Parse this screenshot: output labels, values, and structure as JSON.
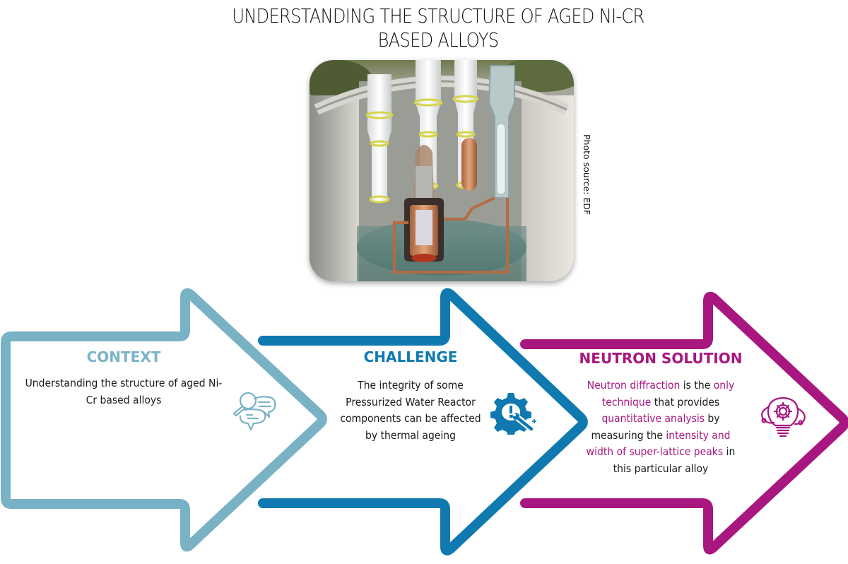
{
  "title": {
    "line1": "UNDERSTANDING THE STRUCTURE OF AGED NI-CR",
    "line2": "BASED ALLOYS"
  },
  "photo": {
    "subject": "Cutaway illustration of a pressurized water reactor containment building",
    "credit": "Photo source: EDF"
  },
  "colors": {
    "context": "#79b2c5",
    "challenge": "#0f79b0",
    "solution": "#a8177f",
    "text": "#1a1a1a"
  },
  "steps": [
    {
      "heading": "CONTEXT",
      "icon": "magnifier-speech-bubbles-icon",
      "body": "Understanding the structure of aged Ni-Cr based alloys"
    },
    {
      "heading": "CHALLENGE",
      "icon": "gear-warning-wrench-icon",
      "body": "The integrity of some Pressurized Water Reactor components can be affected by thermal ageing"
    },
    {
      "heading": "NEUTRON SOLUTION",
      "icon": "lightbulb-gear-atom-icon",
      "body_segments": [
        {
          "text": "Neutron diffraction",
          "highlight": true
        },
        {
          "text": " is the ",
          "highlight": false
        },
        {
          "text": "only technique",
          "highlight": true
        },
        {
          "text": " that provides ",
          "highlight": false
        },
        {
          "text": "quantitative analysis",
          "highlight": true
        },
        {
          "text": " by measuring the ",
          "highlight": false
        },
        {
          "text": "intensity and width of super-lattice peaks",
          "highlight": true
        },
        {
          "text": " in this particular alloy",
          "highlight": false
        }
      ]
    }
  ]
}
